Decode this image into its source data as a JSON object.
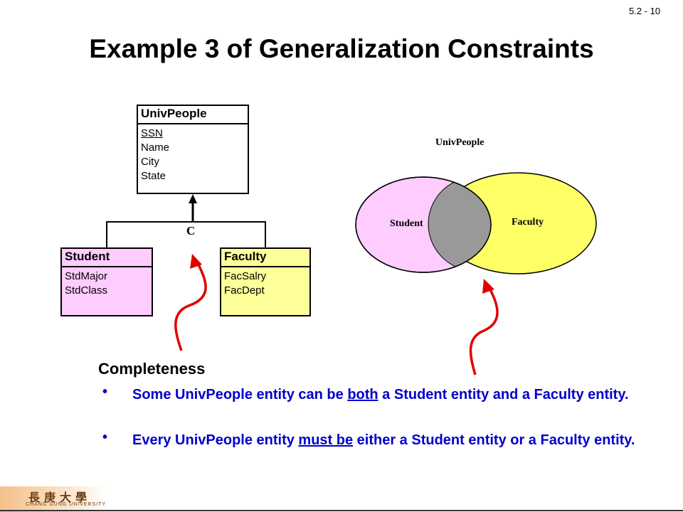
{
  "slide_number": "5.2 - 10",
  "title": "Example 3 of Generalization Constraints",
  "er": {
    "parent": {
      "name": "UnivPeople",
      "key_attr": "SSN",
      "attrs": [
        "Name",
        "City",
        "State"
      ]
    },
    "constraint_label": "C",
    "children": [
      {
        "name": "Student",
        "attrs": [
          "StdMajor",
          "StdClass"
        ],
        "color": "#ffccff"
      },
      {
        "name": "Faculty",
        "attrs": [
          "FacSalry",
          "FacDept"
        ],
        "color": "#ffff99"
      }
    ]
  },
  "venn": {
    "universe_label": "UnivPeople",
    "left_label": "Student",
    "right_label": "Faculty",
    "left_color": "#ffccff",
    "right_color": "#ffff66",
    "overlap_color": "#999999"
  },
  "text": {
    "heading": "Completeness",
    "bullet_symbol": "•",
    "b1_pre": "Some UnivPeople entity can be ",
    "b1_u": "both",
    "b1_post": " a Student entity and a Faculty entity.",
    "b2_pre": "Every UnivPeople entity ",
    "b2_u": "must be",
    "b2_post": " either a Student entity or a Faculty entity.",
    "color": "#0000cc"
  },
  "logo": {
    "cn": "長庚大學",
    "en": "CHANG GUNG UNIVERSITY"
  }
}
